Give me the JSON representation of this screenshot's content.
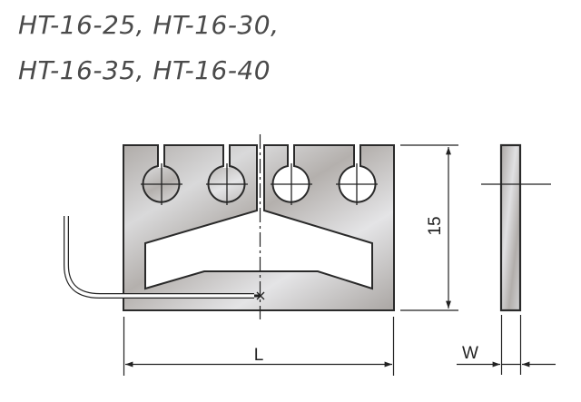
{
  "title": {
    "line1": "HT-16-25, HT-16-30,",
    "line2": "HT-16-35, HT-16-40"
  },
  "drawing": {
    "front_view": {
      "mounting_holes": 4,
      "slots": 4
    },
    "dimensions": {
      "height_label": "15",
      "length_label": "L",
      "width_label": "W"
    }
  },
  "colors": {
    "title_text": "#4a4a4a",
    "outline": "#2a2a2a",
    "metal_light": "#e2e2e4",
    "metal_dark": "#a9a5a2"
  }
}
